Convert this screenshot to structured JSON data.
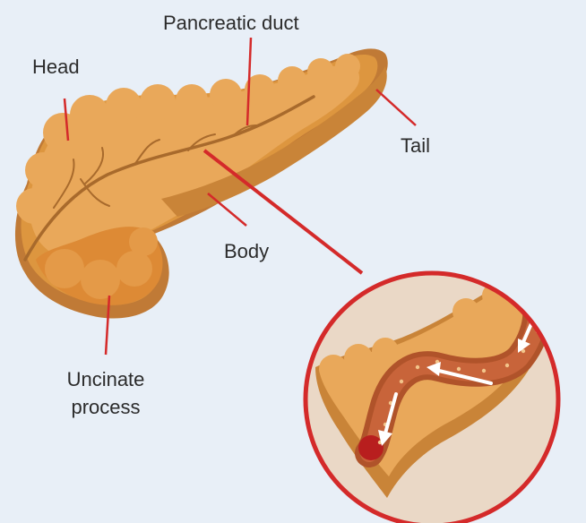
{
  "labels": {
    "head": "Head",
    "pancreatic_duct": "Pancreatic duct",
    "tail": "Tail",
    "body": "Body",
    "uncinate_line1": "Uncinate",
    "uncinate_line2": "process"
  },
  "colors": {
    "background": "#e8eff7",
    "pancreas_light": "#e9a85a",
    "pancreas_mid": "#dd963f",
    "pancreas_dark": "#c07a36",
    "pancreas_shadow": "#b06d2e",
    "duct": "#a86a2c",
    "leader_line": "#d42a2a",
    "zoom_circle_fill": "#ead8c6",
    "zoom_circle_stroke": "#d42a2a",
    "duct_inner": "#b0532a",
    "duct_end": "#b81e1e",
    "arrow": "#ffffff"
  },
  "icons": {
    "flow_arrows": "arrow-icon"
  }
}
